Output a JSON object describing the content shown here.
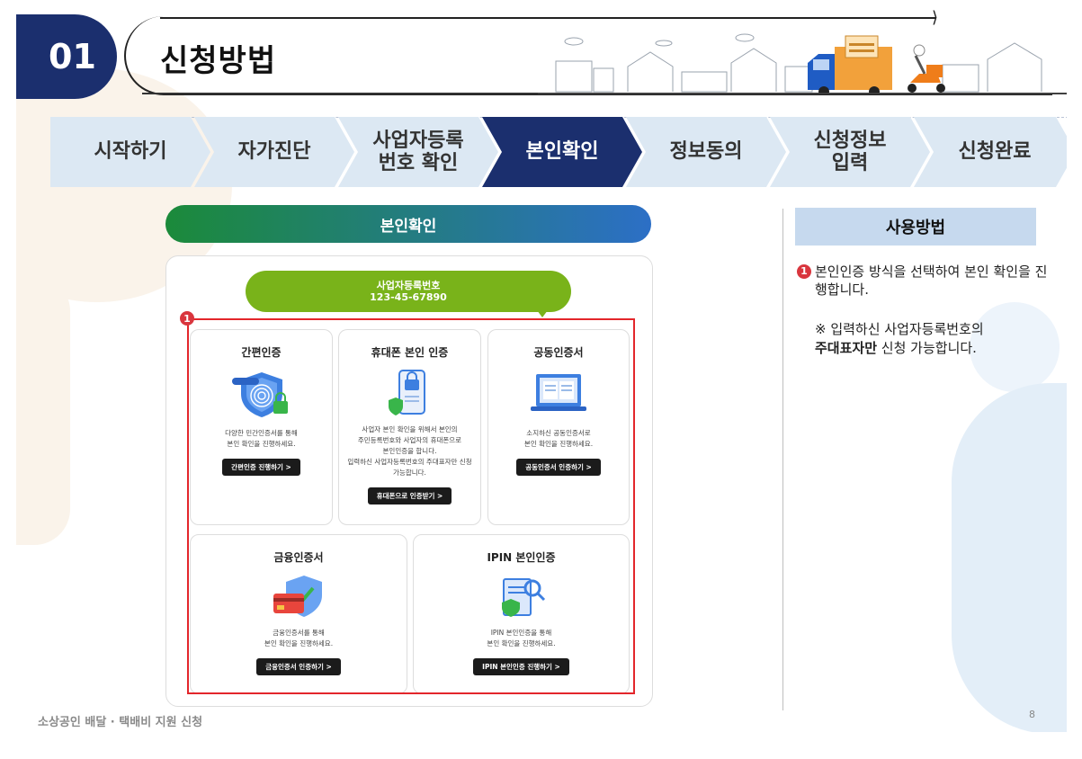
{
  "header": {
    "section_number": "01",
    "title": "신청방법"
  },
  "steps": [
    {
      "label": "시작하기",
      "active": false
    },
    {
      "label": "자가진단",
      "active": false
    },
    {
      "label": "사업자등록\n번호 확인",
      "active": false
    },
    {
      "label": "본인확인",
      "active": true
    },
    {
      "label": "정보동의",
      "active": false
    },
    {
      "label": "신청정보\n입력",
      "active": false
    },
    {
      "label": "신청완료",
      "active": false
    }
  ],
  "panel": {
    "title": "본인확인",
    "bubble_line1": "사업자등록번호",
    "bubble_line2": "123-45-67890",
    "marker": "1"
  },
  "cards": [
    {
      "title": "간편인증",
      "desc": "다양한 민간인증서를 통해\n본인 확인을 진행하세요.",
      "button": "간편인증 진행하기 >",
      "icon": "fingerprint-shield-icon"
    },
    {
      "title": "휴대폰 본인 인증",
      "desc": "사업자 본인 확인을 위해서 본인의\n주민등록번호와 사업자의 휴대폰으로\n본인인증을 합니다.\n입력하신 사업자등록번호의 주대표자만 신청\n가능합니다.",
      "button": "휴대폰으로 인증받기 >",
      "icon": "phone-lock-icon"
    },
    {
      "title": "공동인증서",
      "desc": "소지하신 공동인증서로\n본인 확인을 진행하세요.",
      "button": "공동인증서 인증하기 >",
      "icon": "laptop-certificate-icon"
    },
    {
      "title": "금융인증서",
      "desc": "금융인증서를 통해\n본인 확인을 진행하세요.",
      "button": "금융인증서 인증하기 >",
      "icon": "card-shield-icon"
    },
    {
      "title": "IPIN 본인인증",
      "desc": "IPIN 본인인증을 통해\n본인 확인을 진행하세요.",
      "button": "IPIN 본인인증 진행하기 >",
      "icon": "document-search-icon"
    }
  ],
  "usage": {
    "title": "사용방법",
    "item_number": "1",
    "item_text": "본인인증 방식을 선택하여 본인 확인을 진행합니다.",
    "note_prefix": "※ 입력하신 사업자등록번호의",
    "note_bold": "주대표자만",
    "note_suffix": "신청 가능합니다."
  },
  "footer": {
    "text": "소상공인 배달 · 택배비 지원 신청",
    "page": "8"
  },
  "colors": {
    "navy": "#1b2f6e",
    "step_bg": "#dce8f3",
    "accent_red": "#e3262b",
    "bubble_green": "#79b31a",
    "usage_title_bg": "#c6d9ee"
  }
}
